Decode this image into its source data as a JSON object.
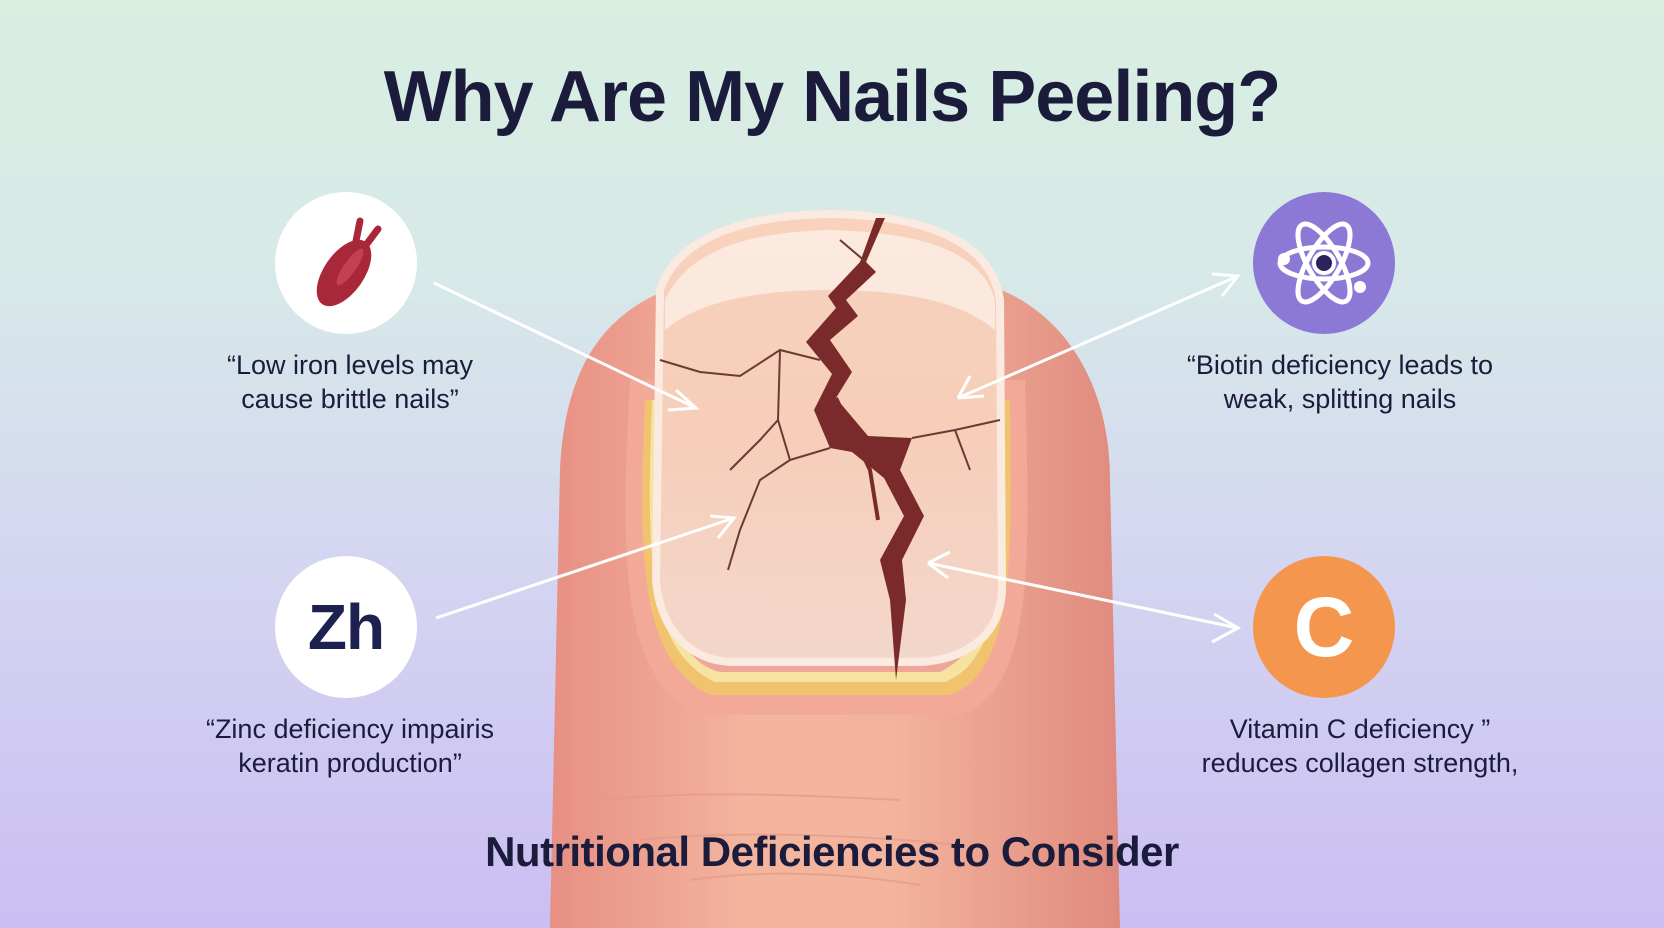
{
  "title": "Why Are My Nails Peeling?",
  "subtitle": "Nutritional Deficiencies to Consider",
  "icons": {
    "zinc": "Zh",
    "vitamin_c": "C"
  },
  "callouts": {
    "iron": {
      "line1": "“Low iron levels may",
      "line2": "cause brittle nails”"
    },
    "biotin": {
      "line1": "“Biotin deficiency leads to",
      "line2": "weak, splitting nails"
    },
    "zinc": {
      "line1": "“Zinc deficiency impairis",
      "line2": "keratin production”"
    },
    "vitamin_c": {
      "line1": "Vitamin C deficiency    ”",
      "line2": "reduces collagen strength,"
    }
  },
  "colors": {
    "iron_icon": "#a8283a",
    "biotin_bg": "#8c79d6",
    "vitamin_c_bg": "#f5964f",
    "text": "#1b1c3c"
  }
}
